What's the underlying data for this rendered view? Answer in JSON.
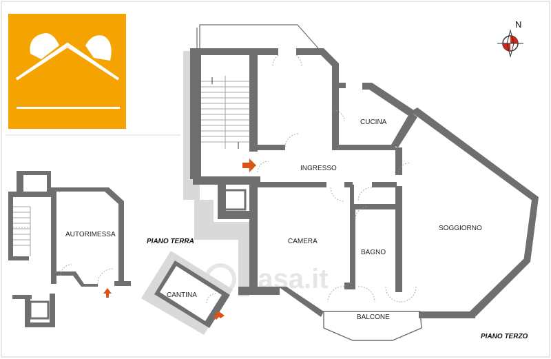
{
  "logo": {
    "background": "#f5a300",
    "line_color": "#ffffff"
  },
  "compass": {
    "north_label": "N",
    "red": "#d9241b"
  },
  "watermark": {
    "text": "casa.it",
    "color": "#e6e6e6"
  },
  "floors": {
    "ground": "PIANO  TERRA",
    "third": "PIANO  TERZO"
  },
  "rooms": {
    "autorimessa": "AUTORIMESSA",
    "cantina": "CANTINA",
    "cucina": "CUCINA",
    "ingresso": "INGRESSO",
    "camera": "CAMERA",
    "bagno": "BAGNO",
    "soggiorno": "SOGGIORNO",
    "balcone": "BALCONE"
  },
  "colors": {
    "wall": "#6f6f6f",
    "entry_arrow": "#d9541b",
    "frame": "#d0d0d0"
  }
}
